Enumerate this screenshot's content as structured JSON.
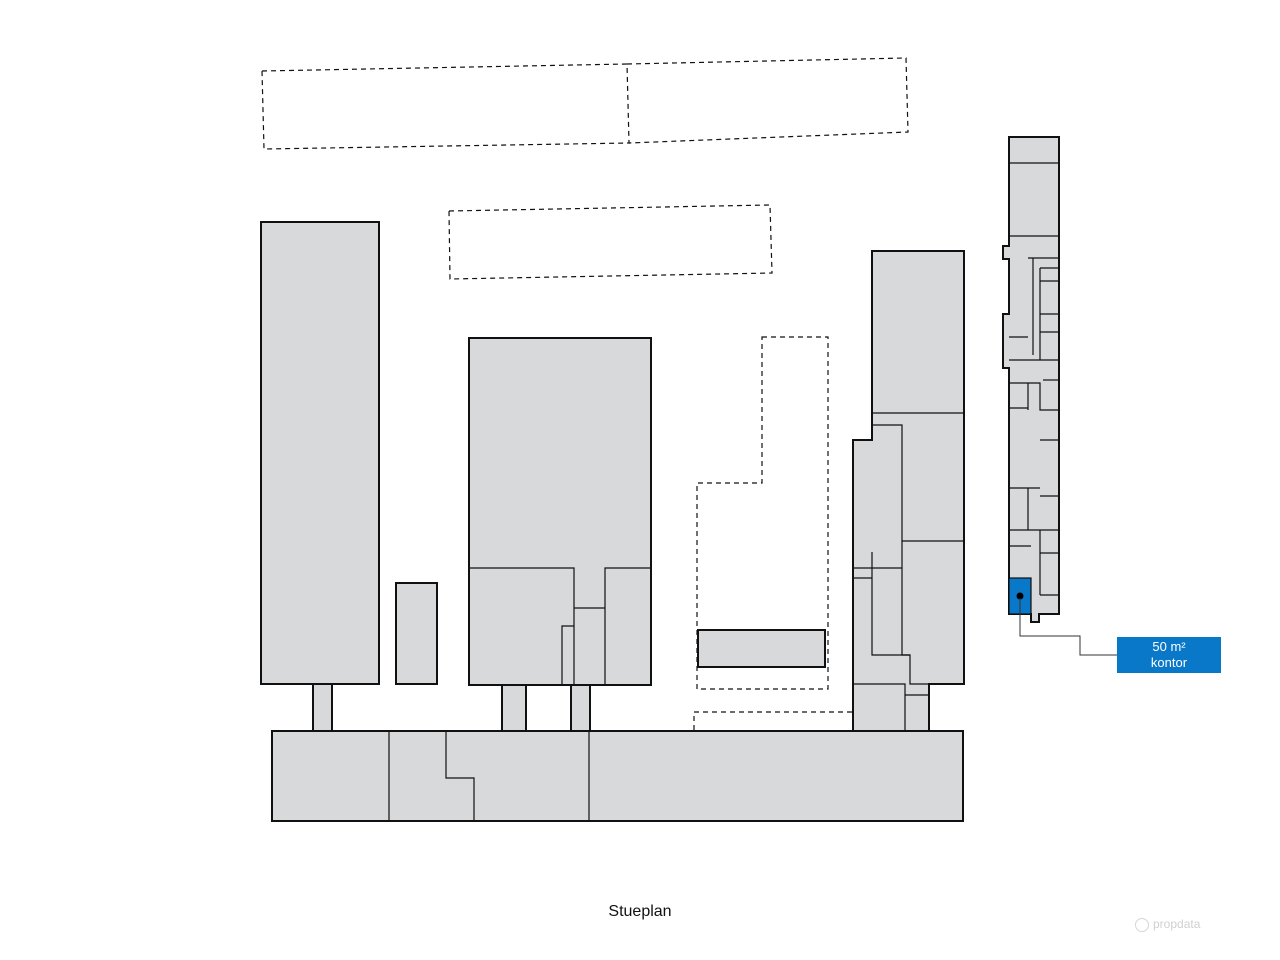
{
  "floor_label": "Stueplan",
  "unit": {
    "area": "50 m²",
    "type": "kontor",
    "highlight_color": "#0a78c8"
  },
  "colors": {
    "building_fill": "#d8d9da",
    "outline": "#111111"
  },
  "watermark": {
    "icon": "map-pin-icon",
    "text": "propdata"
  }
}
